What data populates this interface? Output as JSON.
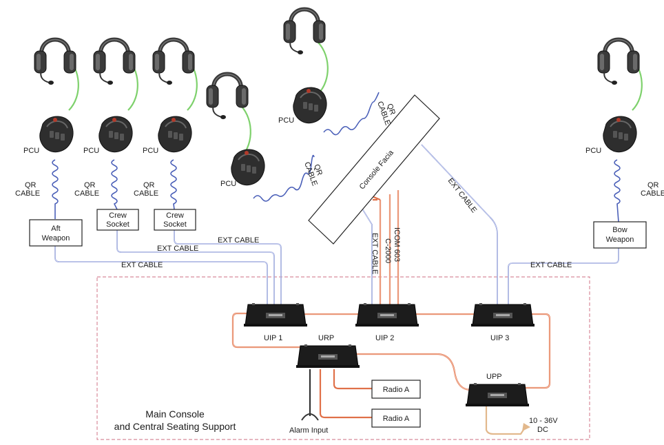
{
  "colors": {
    "ext_cable": "#4a5fb8",
    "bus_cable": "#e07048",
    "headset_cord": "#7ed16c",
    "power_cable": "#e2b88c",
    "area_border": "#d88a9a"
  },
  "icons": [
    "headset-icon",
    "pcu-icon",
    "interface-unit-icon"
  ],
  "pcu": {
    "label": "PCU"
  },
  "qr_cable": {
    "label_line1": "QR",
    "label_line2": "CABLE"
  },
  "ext_cable_label": "EXT CABLE",
  "boxes": {
    "aft_weapon_line1": "Aft",
    "aft_weapon_line2": "Weapon",
    "crew_socket_line1": "Crew",
    "crew_socket_line2": "Socket",
    "bow_weapon_line1": "Bow",
    "bow_weapon_line2": "Weapon",
    "radio_a": "Radio A"
  },
  "console_facia": "Console Facia",
  "cables": {
    "c2000": "C-2000",
    "icom": "ICOM 603"
  },
  "units": {
    "uip1": "UIP 1",
    "uip2": "UIP 2",
    "uip3": "UIP 3",
    "urp": "URP",
    "upp": "UPP"
  },
  "alarm_input": "Alarm Input",
  "power": {
    "line1": "10 - 36V",
    "line2": "DC"
  },
  "area": {
    "line1": "Main Console",
    "line2": "and Central Seating Support"
  }
}
